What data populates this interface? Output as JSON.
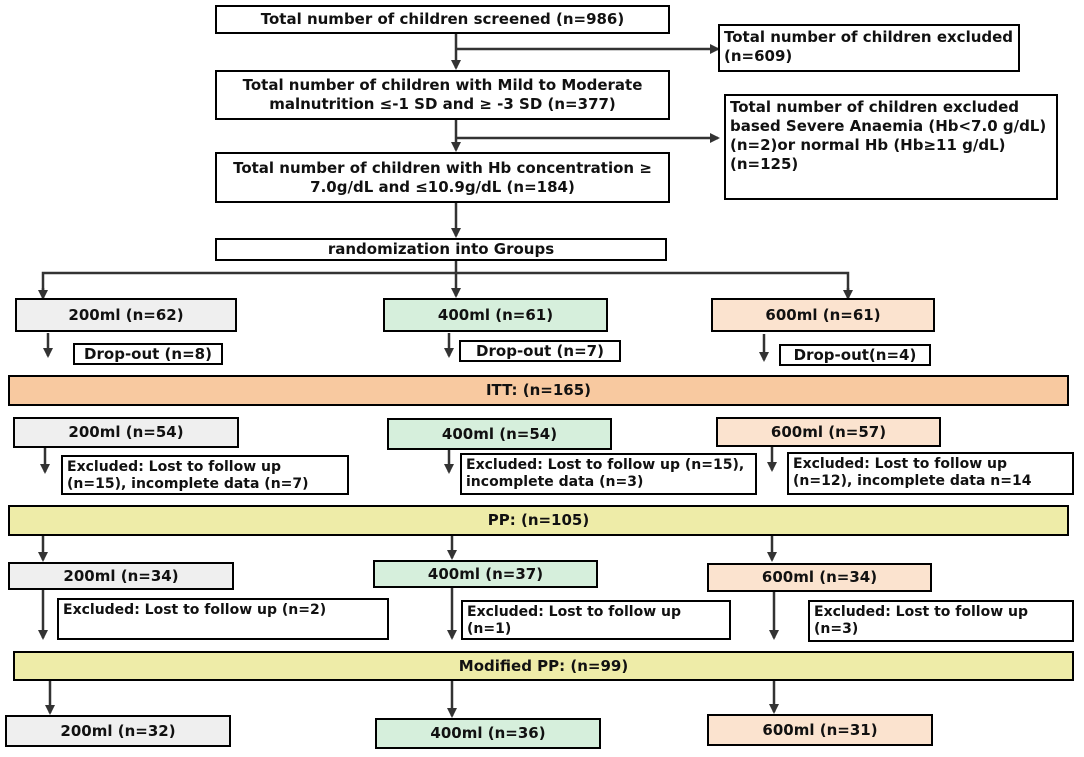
{
  "screened": "Total number of children screened (n=986)",
  "excluded1": "Total number of children excluded (n=609)",
  "malnutrition": "Total number of children with Mild to Moderate malnutrition ≤-1 SD and ≥ -3 SD (n=377)",
  "excluded2": "Total number of children excluded based Severe Anaemia (Hb<7.0 g/dL) (n=2)or normal Hb (Hb≥11 g/dL) (n=125)",
  "hb": "Total number of children with Hb concentration ≥ 7.0g/dL and ≤10.9g/dL   (n=184)",
  "randomization": "randomization into Groups",
  "groups": {
    "g200": "200ml (n=62)",
    "g400": "400ml (n=61)",
    "g600": "600ml (n=61)"
  },
  "dropouts": {
    "d200": "Drop-out (n=8)",
    "d400": "Drop-out (n=7)",
    "d600": "Drop-out(n=4)"
  },
  "itt": "ITT: (n=165)",
  "itt_groups": {
    "g200": "200ml (n=54)",
    "g400": "400ml (n=54)",
    "g600": "600ml (n=57)"
  },
  "itt_excluded": {
    "e200": "Excluded: Lost to follow up (n=15), incomplete data (n=7)",
    "e400": "Excluded: Lost to follow up (n=15), incomplete data (n=3)",
    "e600": "Excluded: Lost to follow up (n=12), incomplete data n=14"
  },
  "pp": "PP: (n=105)",
  "pp_groups": {
    "g200": "200ml (n=34)",
    "g400": "400ml (n=37)",
    "g600": "600ml (n=34)"
  },
  "pp_excluded": {
    "e200": "Excluded: Lost to follow up (n=2)",
    "e400": "Excluded: Lost to follow up (n=1)",
    "e600": "Excluded: Lost to follow up (n=3)"
  },
  "mpp": "Modified PP: (n=99)",
  "mpp_groups": {
    "g200": "200ml (n=32)",
    "g400": "400ml (n=36)",
    "g600": "600ml (n=31)"
  },
  "colors": {
    "grey": "#efefef",
    "green": "#d6efdc",
    "peach": "#fbe3cf",
    "itt_bar": "#f8c9a0",
    "pp_bar": "#eeeca8"
  }
}
